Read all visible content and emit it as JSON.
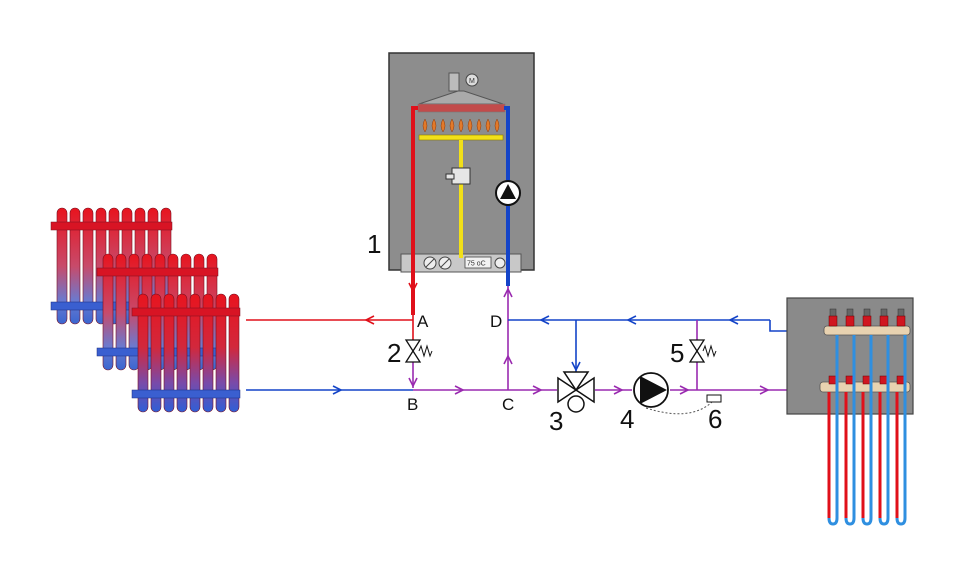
{
  "diagram": {
    "component_labels": {
      "boiler": "1",
      "bypass_valve_ab": "2",
      "three_way_valve": "3",
      "pump": "4",
      "bypass_valve_d": "5",
      "sensor": "6"
    },
    "node_labels": {
      "a": "A",
      "b": "B",
      "c": "C",
      "d": "D"
    },
    "boiler_display": "75 oC",
    "colors": {
      "hot": "#e0101a",
      "cold": "#1444c8",
      "mixed": "#9a2ab0",
      "gas": "#f2e018",
      "boiler_body": "#8d8d8d",
      "manifold_box": "#8a8a8a"
    },
    "icons": [
      "radiator-icon",
      "boiler-icon",
      "pump-icon",
      "valve-icon",
      "three-way-valve-icon",
      "manifold-icon",
      "sensor-icon"
    ]
  }
}
